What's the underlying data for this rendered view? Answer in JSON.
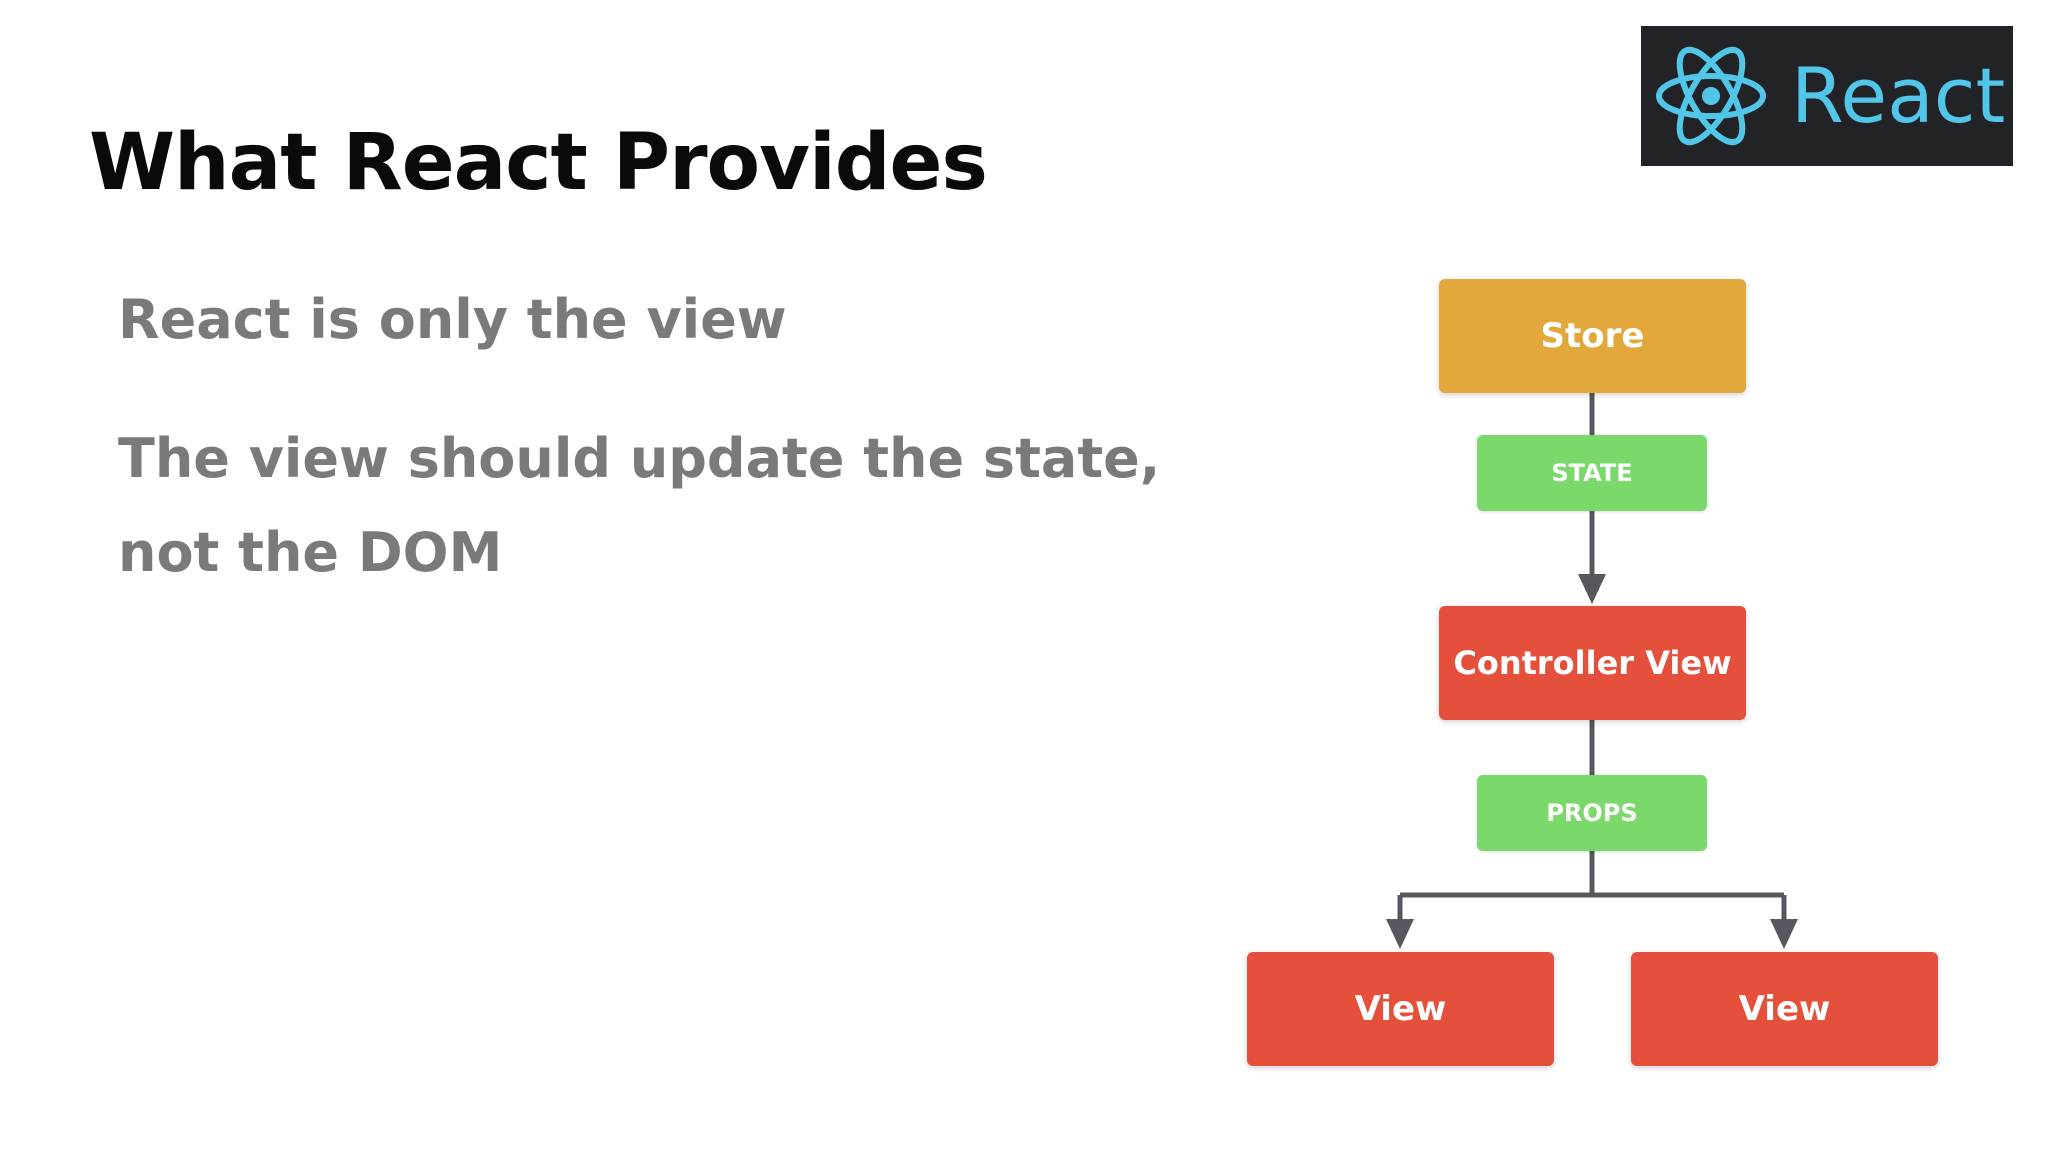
{
  "slide": {
    "title": "What React Provides",
    "bullets": [
      "React is only the view",
      "The view should update the state, not the DOM"
    ]
  },
  "logo": {
    "text": "React",
    "background": "#222326",
    "color": "#52c6e8"
  },
  "diagram": {
    "nodes": {
      "store": "Store",
      "controller_view": "Controller View",
      "view_left": "View",
      "view_right": "View"
    },
    "edge_labels": {
      "state": "STATE",
      "props": "PROPS"
    },
    "colors": {
      "store": "#e3a83c",
      "view": "#e5503c",
      "edge_label": "#7bd96b",
      "connector": "#55585c"
    }
  }
}
